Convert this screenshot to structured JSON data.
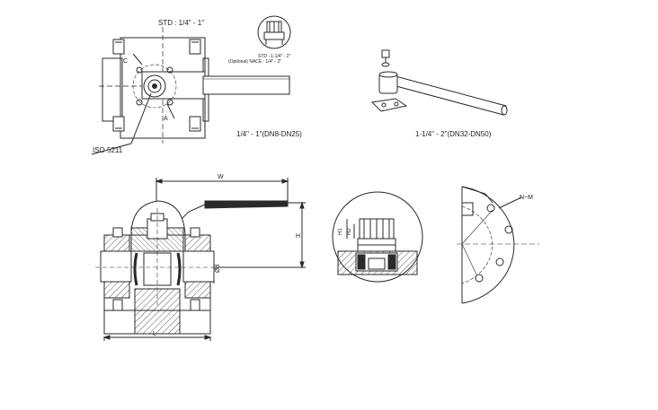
{
  "labels": {
    "std_top": "STD : 1/4\" - 1\"",
    "std_callout_1": "STD : 1-1/4\" - 2\"",
    "std_callout_2": "(Optional) NACE : 1/4\" - 2\"",
    "iso": "ISO 5211",
    "caption_small": "1/4\" - 1\"(DN8-DN25)",
    "caption_large": "1-1/4\" - 2\"(DN32-DN50)",
    "dim_w": "W",
    "dim_h": "H",
    "dim_l": "L",
    "dim_d": "Ød",
    "dim_h1": "H1",
    "dim_h2": "H2",
    "dim_nm": "N~M",
    "angle_c": "C",
    "angle_a": "A"
  },
  "colors": {
    "line": "#2a2a2a",
    "hatch": "#555555",
    "background": "#ffffff"
  }
}
